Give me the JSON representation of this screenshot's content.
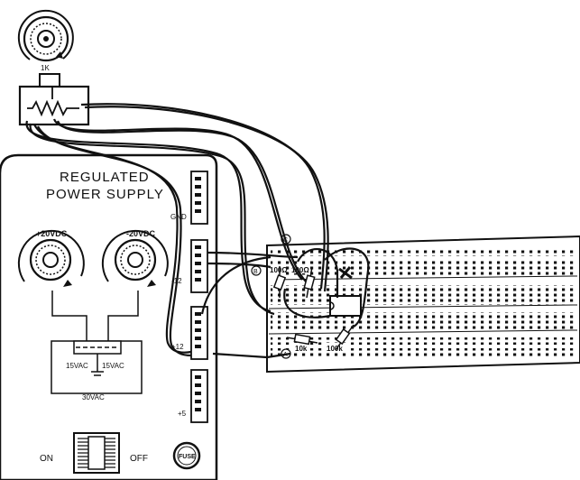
{
  "potentiometer": {
    "label": "1K"
  },
  "power_supply": {
    "title_line1": "REGULATED",
    "title_line2": "POWER SUPPLY",
    "pos_knob_label": "+20VDC",
    "neg_knob_label": "-20VDC",
    "transformer_left": "15VAC",
    "transformer_right": "15VAC",
    "transformer_total": "30VAC",
    "switch_on": "ON",
    "switch_off": "OFF",
    "fuse": "FUSE",
    "terminals": {
      "gnd": "GND",
      "neg12": "-12",
      "pos12": "+12",
      "pos5": "+5"
    }
  },
  "breadboard": {
    "marker_a": "A",
    "marker_b": "B",
    "marker_c": "C",
    "r1": "100Ω",
    "r2": "100Ω",
    "r3": "10k",
    "r4": "100k"
  }
}
